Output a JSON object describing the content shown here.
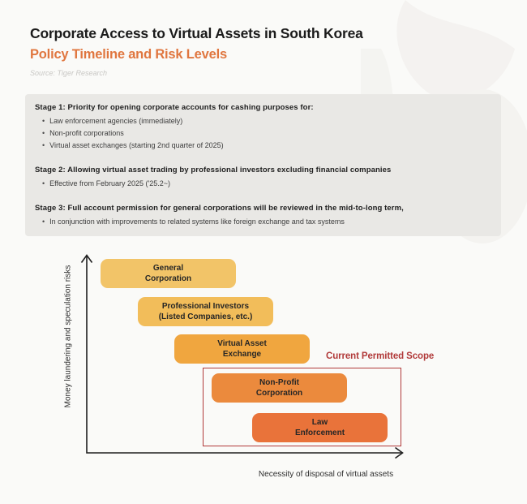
{
  "header": {
    "title": "Corporate Access to Virtual Assets in South Korea",
    "subtitle": "Policy Timeline and Risk Levels",
    "source": "Source: Tiger Research"
  },
  "stages": [
    {
      "heading": "Stage 1: Priority for opening corporate accounts for cashing purposes for:",
      "bullets": [
        "Law enforcement agencies (immediately)",
        "Non-profit corporations",
        "Virtual asset exchanges (starting 2nd quarter of 2025)"
      ]
    },
    {
      "heading": "Stage 2: Allowing virtual asset trading by professional investors excluding financial companies",
      "bullets": [
        "Effective from February 2025 ('25.2~)"
      ]
    },
    {
      "heading": "Stage 3: Full account permission for general corporations will be reviewed in the mid-to-long term,",
      "bullets": [
        "In conjunction with improvements to related systems like foreign exchange and tax systems"
      ]
    }
  ],
  "chart_data": {
    "type": "scatter",
    "title": "",
    "xlabel": "Necessity of disposal of virtual assets",
    "ylabel": "Money laundering and speculation risks",
    "legend": "none",
    "grid": false,
    "annotation": "Current Permitted Scope",
    "annotation_covers": [
      "Non-Profit Corporation",
      "Law Enforcement"
    ],
    "items": [
      {
        "label": "General Corporation",
        "lines": [
          "General",
          "Corporation"
        ],
        "risk_level": 5,
        "necessity_level": 1,
        "permitted": false,
        "color": "#F2C468"
      },
      {
        "label": "Professional Investors (Listed Companies, etc.)",
        "lines": [
          "Professional Investors",
          "(Listed Companies, etc.)"
        ],
        "risk_level": 4,
        "necessity_level": 2,
        "permitted": false,
        "color": "#F2BD5A"
      },
      {
        "label": "Virtual Asset Exchange",
        "lines": [
          "Virtual Asset",
          "Exchange"
        ],
        "risk_level": 3,
        "necessity_level": 3,
        "permitted": false,
        "color": "#F0A63F"
      },
      {
        "label": "Non-Profit Corporation",
        "lines": [
          "Non-Profit",
          "Corporation"
        ],
        "risk_level": 2,
        "necessity_level": 4,
        "permitted": true,
        "color": "#EB8A3D"
      },
      {
        "label": "Law Enforcement",
        "lines": [
          "Law",
          "Enforcement"
        ],
        "risk_level": 1,
        "necessity_level": 5,
        "permitted": true,
        "color": "#E9733A"
      }
    ]
  },
  "colors": {
    "accent": "#E0763F",
    "scope": "#B13A3A",
    "panel": "#E9E8E5",
    "page_bg": "#FAFAF8",
    "axis": "#1F1F1F"
  }
}
